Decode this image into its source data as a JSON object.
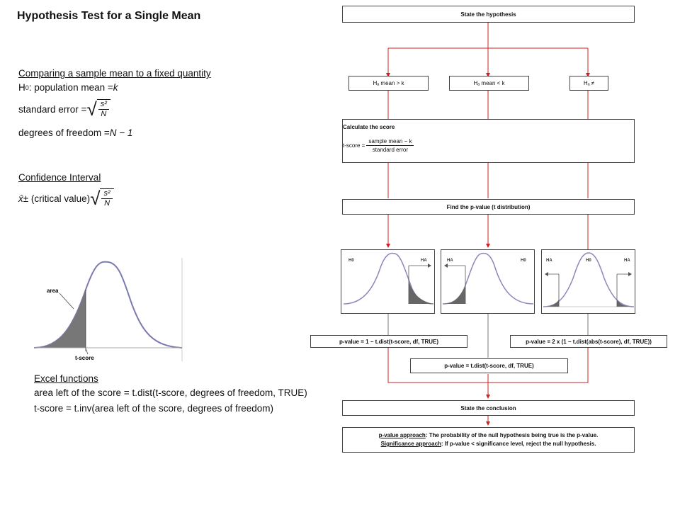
{
  "title": "Hypothesis Test for a Single Mean",
  "left": {
    "comparing_heading": "Comparing a sample mean to a fixed quantity",
    "h0_prefix": "H",
    "h0_sub": "0",
    "h0_text": ": population mean = ",
    "h0_k": "k",
    "se_label": "standard error = ",
    "se_num": "s²",
    "se_den": "N",
    "df_label": "degrees of freedom = ",
    "df_value": "N − 1",
    "ci_heading": "Confidence Interval",
    "ci_xbar": "x̄",
    "ci_text": " ± (critical value)",
    "ci_num": "s²",
    "ci_den": "N",
    "area_label": "area",
    "tscore_label": "t-score",
    "excel_heading": "Excel functions",
    "excel_line1": "area left of the score = t.dist(t-score, degrees of freedom, TRUE)",
    "excel_line2": "t-score = t.inv(area left of the score, degrees of freedom)"
  },
  "flow": {
    "state_hypothesis": "State the hypothesis",
    "ha1": "Hₐ mean > k",
    "ha2": "Hₐ mean < k",
    "ha3": "Hₐ ≠",
    "calc_score": "Calculate the score",
    "tscore_lhs": "t-score = ",
    "tscore_num": "sample mean − k",
    "tscore_den": "standard error",
    "find_p": "Find the p-value (t distribution)",
    "h0_lbl": "H0",
    "ha_lbl": "HA",
    "p1": "p-value = 1 − t.dist(t-score, df, TRUE)",
    "p2": "p-value = 2 x (1 − t.dist(abs(t-score), df, TRUE))",
    "p3": "p-value = t.dist(t-score, df, TRUE)",
    "state_conclusion": "State the conclusion",
    "pvalue_approach_label": "p-value approach",
    "pvalue_approach_text": ": The probability of the null hypothesis being true is the p-value.",
    "sig_approach_label": "Significance approach",
    "sig_approach_text": ": If p-value < significance level, reject the null hypothesis."
  },
  "colors": {
    "arrow": "#cc2222",
    "curve": "#8888bb",
    "shade": "#777777"
  }
}
